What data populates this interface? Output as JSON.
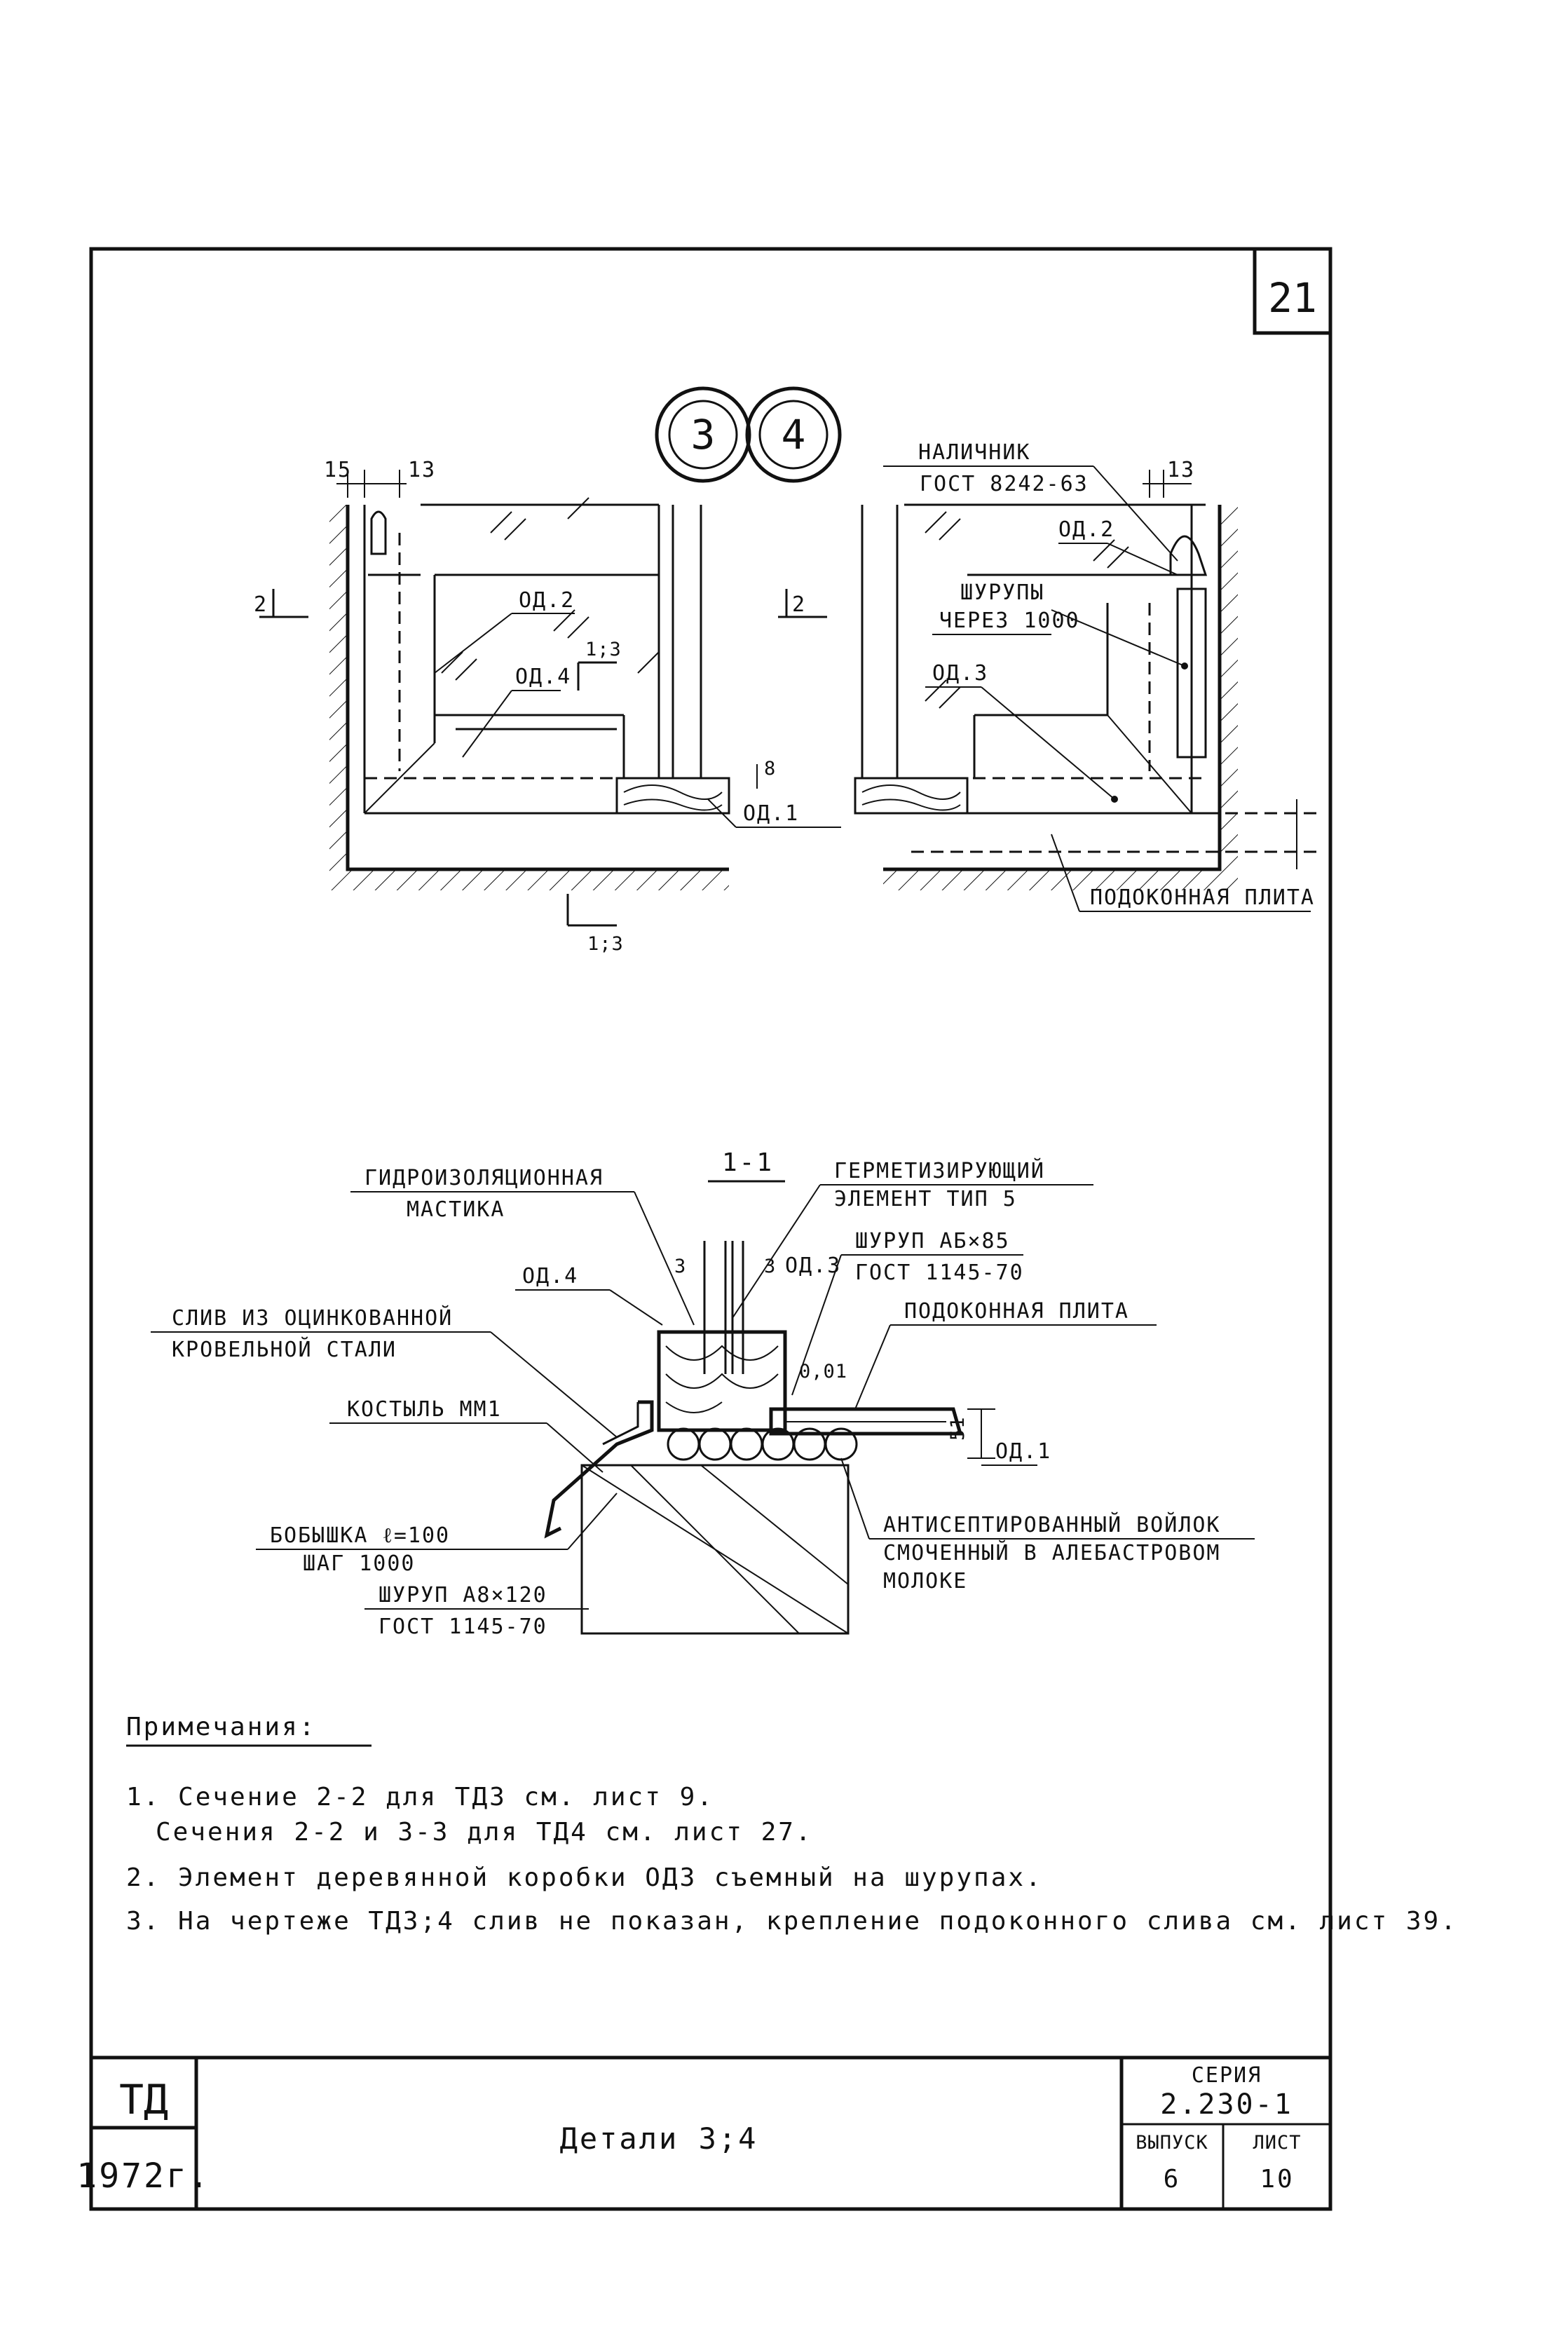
{
  "sheet": {
    "page_number": "21",
    "detail_markers": [
      "3",
      "4"
    ]
  },
  "plan_left": {
    "dim_15": "15",
    "dim_13": "13",
    "section_2": "2",
    "od2": "ОД.2",
    "od4": "ОД.4",
    "section_1_3": "1;3",
    "od1": "ОД.1",
    "dim_8": "8"
  },
  "plan_right": {
    "nalichnik": "НАЛИЧНИК",
    "gost_8242": "ГОСТ 8242-63",
    "dim_13": "13",
    "od2": "ОД.2",
    "shurupy": "ШУРУПЫ",
    "cherez": "ЧЕРЕЗ 1000",
    "od3": "ОД.3",
    "podokonnaya": "ПОДОКОННАЯ ПЛИТА"
  },
  "section": {
    "title": "1-1",
    "gidro_1": "ГИДРОИЗОЛЯЦИОННАЯ",
    "gidro_2": "МАСТИКА",
    "germet_1": "ГЕРМЕТИЗИРУЮЩИЙ",
    "germet_2": "ЭЛЕМЕНТ ТИП 5",
    "shurup_ab_1": "ШУРУП АБ×85",
    "shurup_ab_2": "ГОСТ 1145-70",
    "od4": "ОД.4",
    "dim_3a": "3",
    "dim_3b": "3",
    "od3": "ОД.3",
    "sliv_1": "СЛИВ ИЗ ОЦИНКОВАННОЙ",
    "sliv_2": "КРОВЕЛЬНОЙ СТАЛИ",
    "podokonnaya": "ПОДОКОННАЯ ПЛИТА",
    "od01": "0,01",
    "kostyl": "КОСТЫЛЬ ММ1",
    "dim_51": "51",
    "od1": "ОД.1",
    "bobyshka_1": "БОБЫШКА ℓ=100",
    "bobyshka_2": "ШАГ 1000",
    "shurup_a8_1": "ШУРУП А8×120",
    "shurup_a8_2": "ГОСТ 1145-70",
    "voilok_1": "АНТИСЕПТИРОВАННЫЙ ВОЙЛОК",
    "voilok_2": "СМОЧЕННЫЙ В АЛЕБАСТРОВОМ",
    "voilok_3": "МОЛОКЕ"
  },
  "notes": {
    "heading": "Примечания:",
    "n1a": "1. Сечение 2-2 для ТД3  см. лист 9.",
    "n1b": "Сечения 2-2 и 3-3 для ТД4 см. лист 27.",
    "n2": "2. Элемент деревянной коробки ОД3 съемный на шурупах.",
    "n3": "3. На чертеже ТД3;4 слив не показан, крепление подоконного слива см. лист 39."
  },
  "title_block": {
    "code": "ТД",
    "year": "1972г.",
    "title": "Детали 3;4",
    "seria_label": "СЕРИЯ",
    "seria_value": "2.230-1",
    "vypusk_label": "ВЫПУСК",
    "vypusk_value": "6",
    "list_label": "ЛИСТ",
    "list_value": "10"
  }
}
